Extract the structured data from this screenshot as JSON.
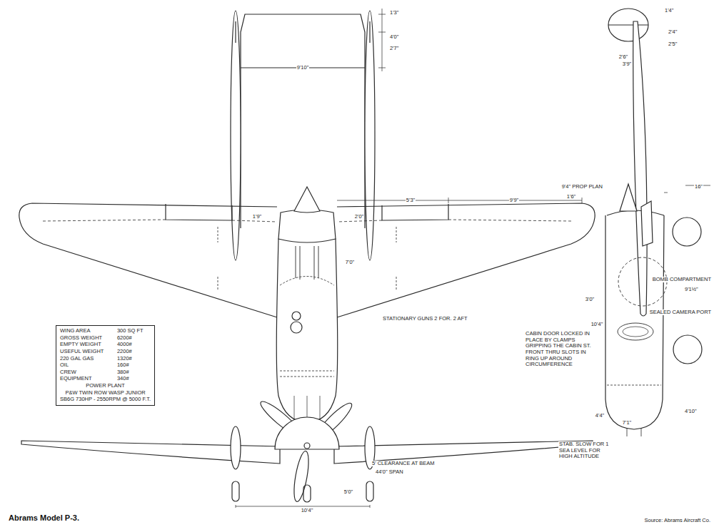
{
  "diagram": {
    "caption": "Abrams Model P-3.",
    "nodes": [
      {
        "text": [
          "WING AREA",
          "300 SQ FT",
          "GROSS WEIGHT",
          "6200#",
          "EMPTY WEIGHT",
          "4000#",
          "USEFUL WEIGHT",
          "2200#",
          "220 GAL GAS",
          "1320#",
          "OIL",
          "160#",
          "CREW",
          "380#",
          "EQUIPMENT",
          "340#",
          "POWER PLANT",
          "P&W TWIN ROW WASP JUNIOR",
          "SB6G 730HP - 2550RPM @ 5000 F.T."
        ]
      }
    ],
    "labels": [
      "9'10\"",
      "1'3\"",
      "4'0\"",
      "2'7\"",
      "5'3\"",
      "9'9\"",
      "1'6\"",
      "1'9\"",
      "2'0\"",
      "7'0\"",
      "STATIONARY GUNS 2 FOR. 2 AFT",
      "5' CLEARANCE AT BEAM",
      "44'0\" SPAN",
      "10'4\"",
      "5'0\"",
      "1'4\"",
      "2'4\"",
      "2'5\"",
      "2'6\"",
      "3'9\"",
      "9'4\" PROP PLAN",
      "16\"",
      "3'0\"",
      "10'4\"",
      "BOMB COMPARTMENT",
      "9'1½\"",
      "SEALED CAMERA PORT",
      "CABIN DOOR LOCKED IN PLACE BY CLAMPS GRIPPING THE CABIN ST. FRONT THRU SLOTS IN RING UP AROUND CIRCUMFERENCE",
      "4'10\"",
      "4'4\"",
      "7'1\"",
      "STAB. SLOW FOR 1 SEA LEVEL FOR HIGH ALTITUDE",
      "Source: Abrams Aircraft Co."
    ]
  }
}
